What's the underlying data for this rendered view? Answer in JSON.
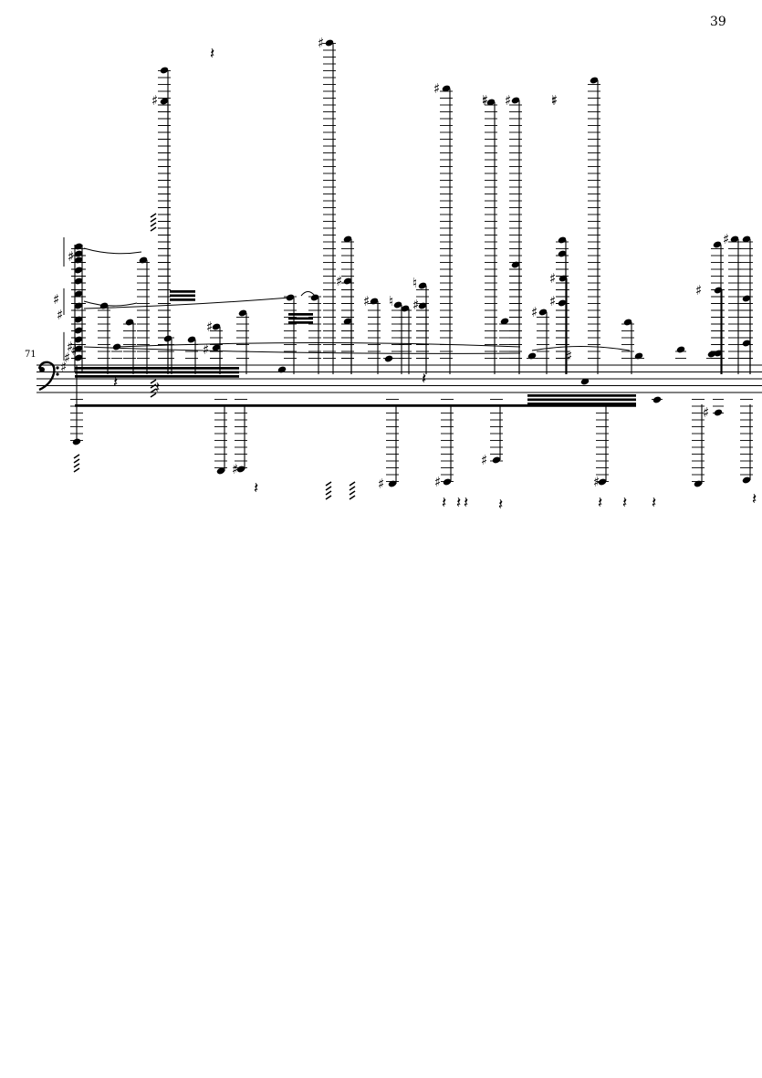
{
  "page": {
    "page_number": "39",
    "measure_number": "71",
    "clef": "bass-clef",
    "accidental_glyphs": {
      "sharp": "♯",
      "natural": "♮"
    },
    "rest_glyph": "𝄽",
    "key_signature_sharps": 3
  }
}
